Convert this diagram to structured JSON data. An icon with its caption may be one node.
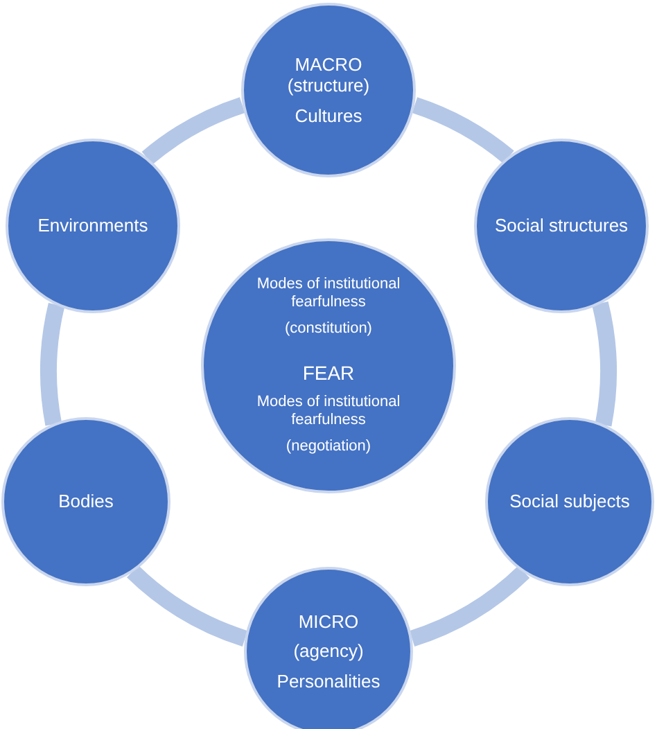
{
  "diagram": {
    "nodes": [
      {
        "text": [
          "MACRO (structure)",
          "Cultures"
        ]
      },
      {
        "text": [
          "Environments"
        ]
      },
      {
        "text": [
          "Social structures"
        ]
      },
      {
        "text": [
          "Modes of institutional fearfulness",
          "(constitution)",
          "FEAR",
          "Modes of institutional fearfulness",
          "(negotiation)"
        ]
      },
      {
        "text": [
          "Bodies"
        ]
      },
      {
        "text": [
          "Social subjects"
        ]
      },
      {
        "text": [
          "MICRO",
          "(agency)",
          "Personalities"
        ]
      }
    ],
    "edges": [
      {
        "from": 0,
        "to": 2,
        "arrow": "none"
      },
      {
        "from": 2,
        "to": 5,
        "arrow": "none"
      },
      {
        "from": 5,
        "to": 6,
        "arrow": "none"
      },
      {
        "from": 6,
        "to": 4,
        "arrow": "none"
      },
      {
        "from": 4,
        "to": 1,
        "arrow": "none"
      },
      {
        "from": 1,
        "to": 0,
        "arrow": "none"
      }
    ]
  }
}
